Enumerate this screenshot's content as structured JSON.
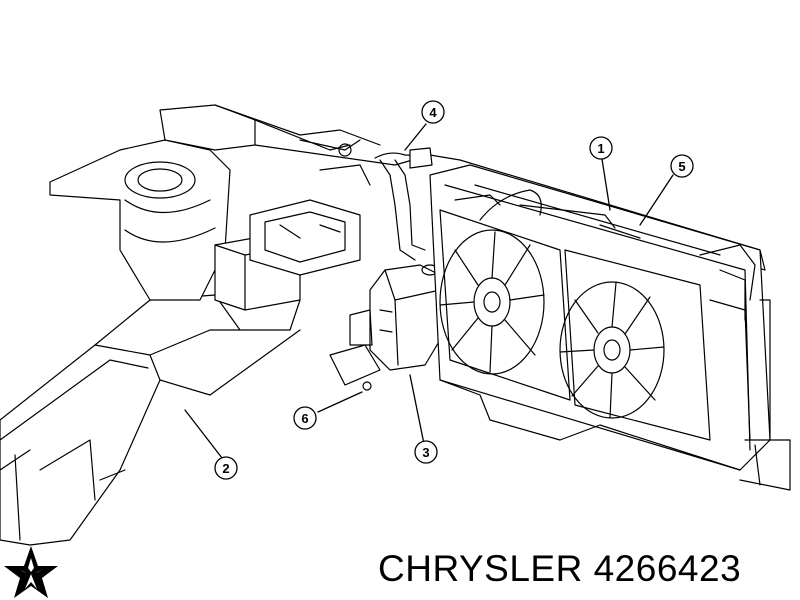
{
  "callouts": [
    {
      "id": "1",
      "label": "1"
    },
    {
      "id": "2",
      "label": "2"
    },
    {
      "id": "3",
      "label": "3"
    },
    {
      "id": "4",
      "label": "4"
    },
    {
      "id": "5",
      "label": "5"
    },
    {
      "id": "6",
      "label": "6"
    }
  ],
  "footer": {
    "brand": "CHRYSLER",
    "part_number": "4266423",
    "caption": "CHRYSLER 4266423"
  },
  "logo": {
    "icon": "chrysler-pentastar-icon",
    "color": "#000000"
  }
}
